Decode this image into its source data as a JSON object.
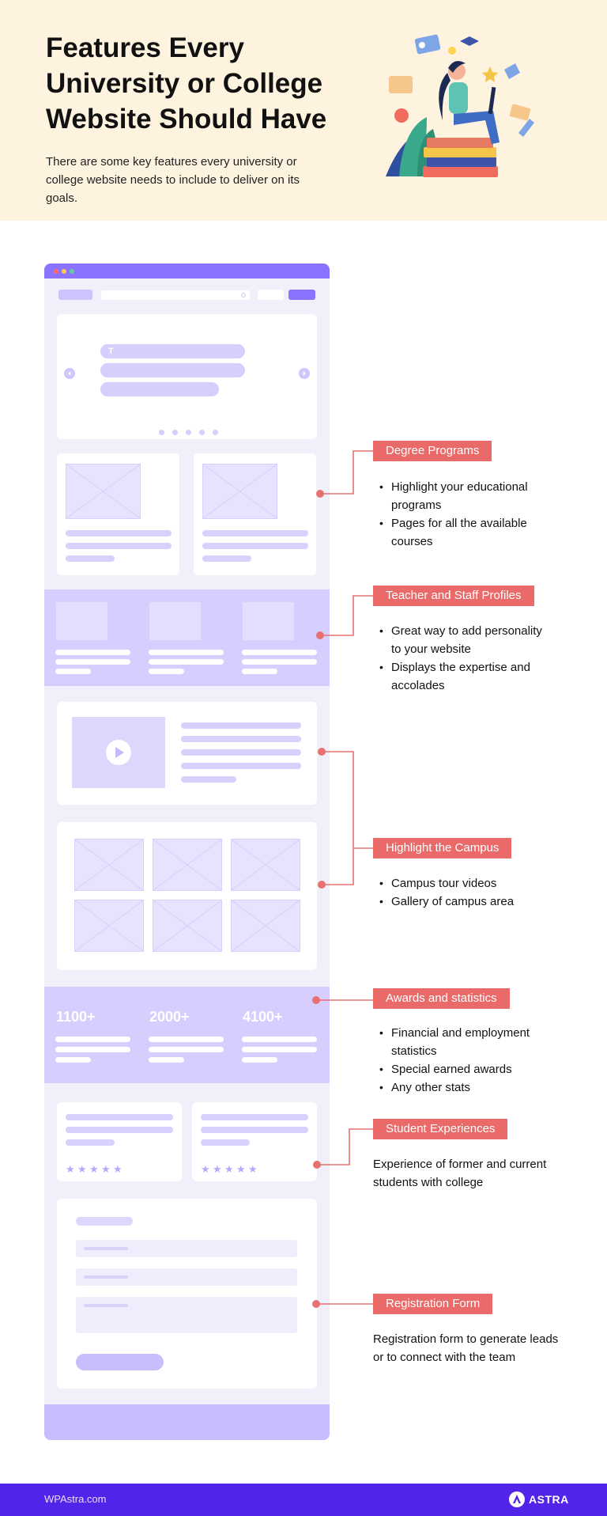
{
  "hero": {
    "title": "Features Every University or College Website Should Have",
    "subtitle": "There are some key features every university or college website needs to include to deliver on its goals."
  },
  "mockup": {
    "stats": [
      "1100+",
      "2000+",
      "4100+"
    ]
  },
  "features": [
    {
      "label": "Degree Programs",
      "bullets": [
        "Highlight your educational programs",
        "Pages for all the available courses"
      ]
    },
    {
      "label": "Teacher and Staff Profiles",
      "bullets": [
        "Great way to add personality to your website",
        "Displays the expertise and accolades"
      ]
    },
    {
      "label": "Highlight the Campus",
      "bullets": [
        "Campus tour videos",
        "Gallery of campus area"
      ]
    },
    {
      "label": "Awards and statistics",
      "bullets": [
        "Financial and employment statistics",
        "Special earned awards",
        "Any other stats"
      ]
    },
    {
      "label": "Student Experiences",
      "text": "Experience of former and current students with college"
    },
    {
      "label": "Registration Form",
      "text": "Registration form to generate leads or to connect with the team"
    }
  ],
  "footer": {
    "site": "WPAstra.com",
    "brand": "ASTRA"
  },
  "colors": {
    "hero_bg": "#fef3df",
    "accent": "#8b73ff",
    "tag": "#ea6a6a",
    "footer": "#5223e8"
  }
}
